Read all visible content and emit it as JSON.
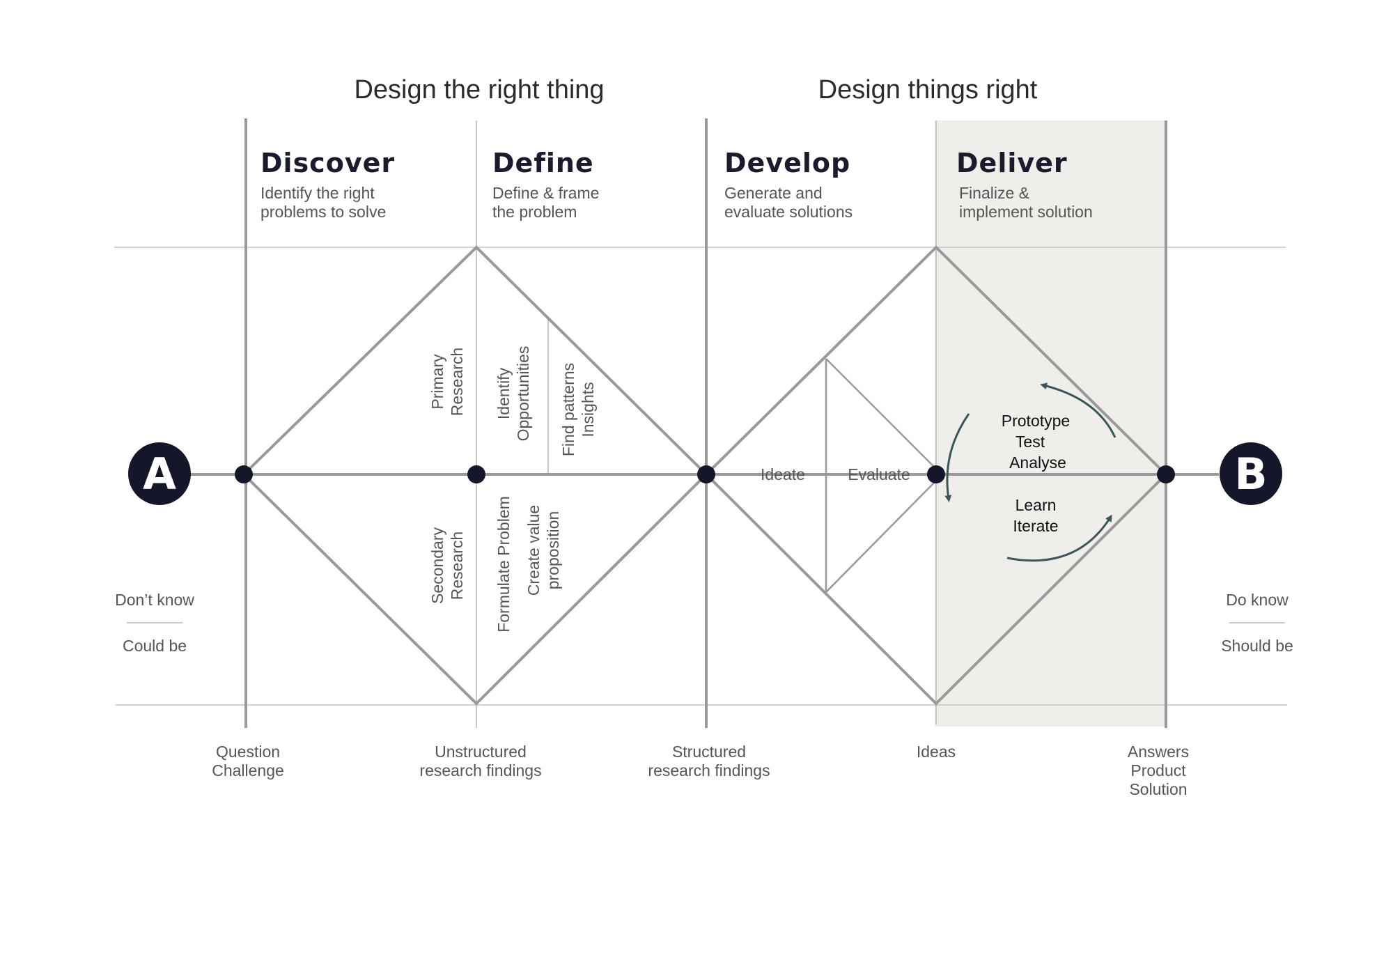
{
  "sections": {
    "left_title": "Design the right thing",
    "right_title": "Design things right"
  },
  "phases": [
    {
      "title": "Discover",
      "desc_line1": "Identify the right",
      "desc_line2": "problems to solve"
    },
    {
      "title": "Define",
      "desc_line1": "Define & frame",
      "desc_line2": "the problem"
    },
    {
      "title": "Develop",
      "desc_line1": "Generate and",
      "desc_line2": "evaluate solutions"
    },
    {
      "title": "Deliver",
      "desc_line1": "Finalize &",
      "desc_line2": "implement solution"
    }
  ],
  "discover_define_labels": {
    "primary_research": [
      "Primary",
      "Research"
    ],
    "secondary_research": [
      "Secondary",
      "Research"
    ],
    "identify_opportunities": [
      "Identify",
      "Opportunities"
    ],
    "find_patterns": [
      "Find patterns",
      "Insights"
    ],
    "formulate_problem": "Formulate Problem",
    "create_value": [
      "Create value",
      "proposition"
    ]
  },
  "develop_labels": {
    "ideate": "Ideate",
    "evaluate": "Evaluate"
  },
  "deliver_labels": {
    "cycle_top": [
      "Prototype",
      "Test",
      "Analyse"
    ],
    "cycle_bottom": [
      "Learn",
      "Iterate"
    ]
  },
  "endpoints": {
    "start": "A",
    "end": "B"
  },
  "side_labels": {
    "left_top": "Don’t know",
    "left_bottom": "Could be",
    "right_top": "Do know",
    "right_bottom": "Should be"
  },
  "bottom_labels": {
    "question": [
      "Question",
      "Challenge"
    ],
    "unstructured": [
      "Unstructured",
      "research findings"
    ],
    "structured": [
      "Structured",
      "research findings"
    ],
    "ideas": [
      "Ideas"
    ],
    "answers": [
      "Answers",
      "Product",
      "Solution"
    ]
  },
  "colors": {
    "line": "#999999",
    "thin_line": "#b5b5b5",
    "node": "#16162a",
    "deliver_bg": "#efeeeb",
    "arrow": "#3d5558"
  }
}
